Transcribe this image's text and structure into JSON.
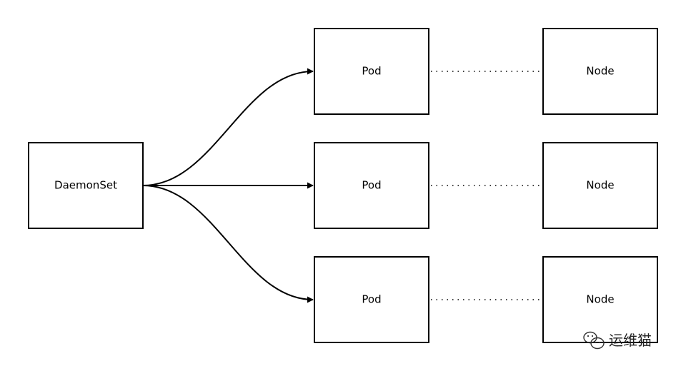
{
  "nodes": {
    "daemonset": {
      "label": "DaemonSet"
    },
    "pods": [
      {
        "label": "Pod"
      },
      {
        "label": "Pod"
      },
      {
        "label": "Pod"
      }
    ],
    "nodes": [
      {
        "label": "Node"
      },
      {
        "label": "Node"
      },
      {
        "label": "Node"
      }
    ]
  },
  "edges": [
    {
      "from": "DaemonSet",
      "to": "Pod 1",
      "style": "solid-arrow"
    },
    {
      "from": "DaemonSet",
      "to": "Pod 2",
      "style": "solid-arrow"
    },
    {
      "from": "DaemonSet",
      "to": "Pod 3",
      "style": "solid-arrow"
    },
    {
      "from": "Pod 1",
      "to": "Node 1",
      "style": "dotted"
    },
    {
      "from": "Pod 2",
      "to": "Node 2",
      "style": "dotted"
    },
    {
      "from": "Pod 3",
      "to": "Node 3",
      "style": "dotted"
    }
  ],
  "watermark": {
    "text": "运维猫",
    "icon": "wechat-icon"
  },
  "colors": {
    "stroke": "#000000",
    "background": "#ffffff"
  }
}
